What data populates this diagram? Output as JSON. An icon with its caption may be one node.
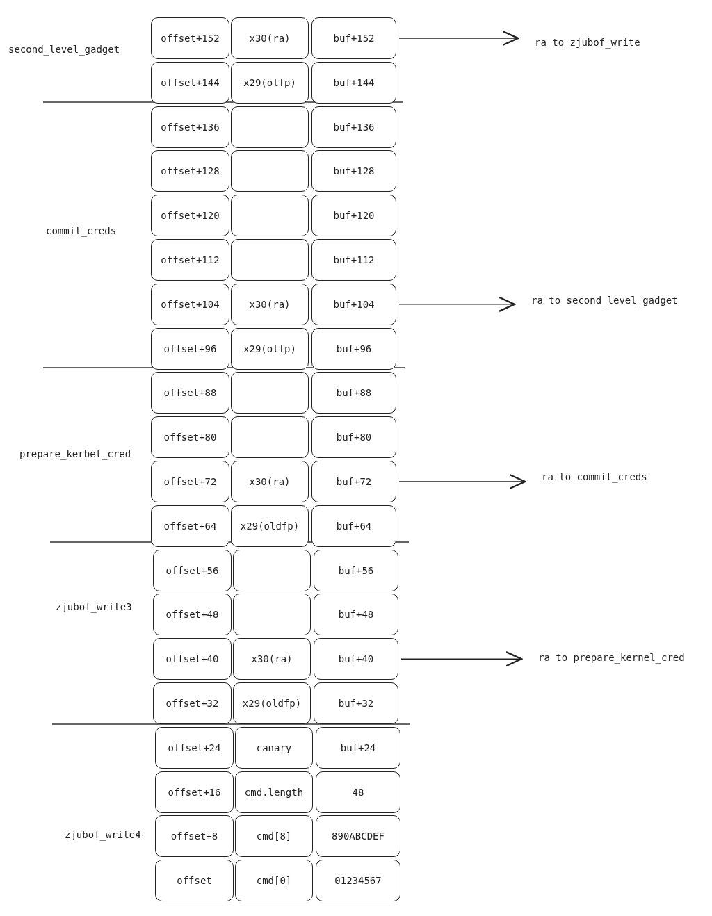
{
  "diagram": {
    "nodes": [
      {
        "text": [
          "offset+152"
        ]
      },
      {
        "text": [
          "x30(ra)"
        ]
      },
      {
        "text": [
          "buf+152"
        ]
      },
      {
        "text": [
          "offset+144"
        ]
      },
      {
        "text": [
          "x29(olfp)"
        ]
      },
      {
        "text": [
          "buf+144"
        ]
      },
      {
        "text": [
          "offset+136"
        ]
      },
      {
        "text": [],
        "shape": "box"
      },
      {
        "text": [
          "buf+136"
        ]
      },
      {
        "text": [
          "offset+128"
        ]
      },
      {
        "text": [],
        "shape": "box"
      },
      {
        "text": [
          "buf+128"
        ]
      },
      {
        "text": [
          "offset+120"
        ]
      },
      {
        "text": [],
        "shape": "box"
      },
      {
        "text": [
          "buf+120"
        ]
      },
      {
        "text": [
          "offset+112"
        ]
      },
      {
        "text": [],
        "shape": "box"
      },
      {
        "text": [
          "buf+112"
        ]
      },
      {
        "text": [
          "offset+104"
        ]
      },
      {
        "text": [
          "x30(ra)"
        ]
      },
      {
        "text": [
          "buf+104"
        ]
      },
      {
        "text": [
          "offset+96"
        ]
      },
      {
        "text": [
          "x29(olfp)"
        ]
      },
      {
        "text": [
          "buf+96"
        ]
      },
      {
        "text": [
          "offset+88"
        ]
      },
      {
        "text": [],
        "shape": "box"
      },
      {
        "text": [
          "buf+88"
        ]
      },
      {
        "text": [
          "offset+80"
        ]
      },
      {
        "text": [],
        "shape": "box"
      },
      {
        "text": [
          "buf+80"
        ]
      },
      {
        "text": [
          "offset+72"
        ]
      },
      {
        "text": [
          "x30(ra)"
        ]
      },
      {
        "text": [
          "buf+72"
        ]
      },
      {
        "text": [
          "offset+64"
        ]
      },
      {
        "text": [
          "x29(oldfp)"
        ]
      },
      {
        "text": [
          "buf+64"
        ]
      },
      {
        "text": [
          "offset+56"
        ]
      },
      {
        "text": [],
        "shape": "box"
      },
      {
        "text": [
          "buf+56"
        ]
      },
      {
        "text": [
          "offset+48"
        ]
      },
      {
        "text": [],
        "shape": "box"
      },
      {
        "text": [
          "buf+48"
        ]
      },
      {
        "text": [
          "offset+40"
        ]
      },
      {
        "text": [
          "x30(ra)"
        ]
      },
      {
        "text": [
          "buf+40"
        ]
      },
      {
        "text": [
          "offset+32"
        ]
      },
      {
        "text": [
          "x29(oldfp)"
        ]
      },
      {
        "text": [
          "buf+32"
        ]
      },
      {
        "text": [
          "offset+24"
        ]
      },
      {
        "text": [
          "canary"
        ]
      },
      {
        "text": [
          "buf+24"
        ]
      },
      {
        "text": [
          "offset+16"
        ]
      },
      {
        "text": [
          "cmd.length"
        ]
      },
      {
        "text": [
          "48"
        ]
      },
      {
        "text": [
          "offset+8"
        ]
      },
      {
        "text": [
          "cmd[8]"
        ]
      },
      {
        "text": [
          "890ABCDEF"
        ]
      },
      {
        "text": [
          "offset"
        ]
      },
      {
        "text": [
          "cmd[0]"
        ]
      },
      {
        "text": [
          "01234567"
        ]
      },
      {
        "text": [
          "ra to zjubof_write"
        ]
      },
      {
        "text": [
          "ra to second_level_gadget"
        ]
      },
      {
        "text": [
          "ra to commit_creds"
        ]
      },
      {
        "text": [
          "ra to prepare_kernel_cred"
        ]
      }
    ],
    "edges": [
      {
        "from": 2,
        "to": 60,
        "arrow": "to"
      },
      {
        "from": 20,
        "to": 61,
        "arrow": "to"
      },
      {
        "from": 32,
        "to": 62,
        "arrow": "to"
      },
      {
        "from": 44,
        "to": 63,
        "arrow": "to"
      }
    ],
    "labels": [
      "second_level_gadget",
      "commit_creds",
      "prepare_kerbel_cred",
      "zjubof_write3",
      "zjubof_write4"
    ]
  }
}
